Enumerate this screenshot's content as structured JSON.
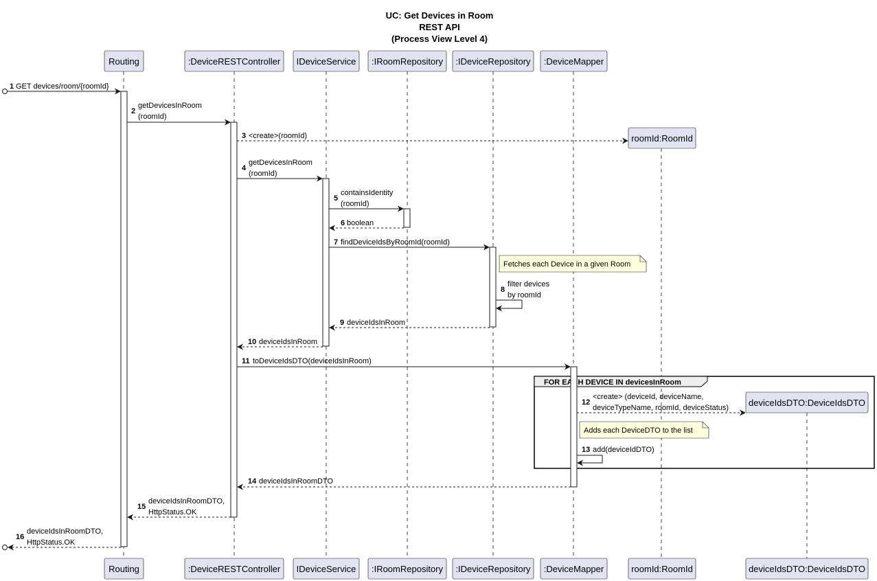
{
  "title": {
    "line1": "UC: Get Devices in Room",
    "line2": "REST API",
    "line3": "(Process View Level 4)"
  },
  "participants": [
    {
      "id": "routing",
      "label": "Routing"
    },
    {
      "id": "controller",
      "label": ":DeviceRESTController"
    },
    {
      "id": "service",
      "label": "IDeviceService"
    },
    {
      "id": "roomrepo",
      "label": ":IRoomRepository"
    },
    {
      "id": "devicerepo",
      "label": ":IDeviceRepository"
    },
    {
      "id": "mapper",
      "label": ":DeviceMapper"
    },
    {
      "id": "roomid",
      "label": "roomId:RoomId"
    },
    {
      "id": "dto",
      "label": "deviceIdsDTO:DeviceIdsDTO"
    }
  ],
  "messages": [
    {
      "num": "1",
      "lines": [
        "GET devices/room/{roomId}"
      ]
    },
    {
      "num": "2",
      "lines": [
        "getDevicesInRoom",
        "(roomId)"
      ]
    },
    {
      "num": "3",
      "lines": [
        "<create>(roomId)"
      ]
    },
    {
      "num": "4",
      "lines": [
        "getDevicesInRoom",
        "(roomId)"
      ]
    },
    {
      "num": "5",
      "lines": [
        "containsIdentity",
        "(roomId)"
      ]
    },
    {
      "num": "6",
      "lines": [
        "boolean"
      ]
    },
    {
      "num": "7",
      "lines": [
        "findDeviceIdsByRoomId(roomId)"
      ]
    },
    {
      "num": "8",
      "lines": [
        "filter devices",
        "by roomId"
      ]
    },
    {
      "num": "9",
      "lines": [
        "deviceIdsInRoom"
      ]
    },
    {
      "num": "10",
      "lines": [
        "deviceIdsInRoom"
      ]
    },
    {
      "num": "11",
      "lines": [
        "toDeviceIdsDTO(deviceIdsInRoom)"
      ]
    },
    {
      "num": "12",
      "lines": [
        "<create> (deviceId, deviceName,",
        "deviceTypeName, roomId, deviceStatus)"
      ]
    },
    {
      "num": "13",
      "lines": [
        "add(deviceIdDTO)"
      ]
    },
    {
      "num": "14",
      "lines": [
        "deviceIdsInRoomDTO"
      ]
    },
    {
      "num": "15",
      "lines": [
        "deviceIdsInRoomDTO,",
        "HttpStatus.OK"
      ]
    },
    {
      "num": "16",
      "lines": [
        "deviceIdsInRoomDTO,",
        "HttpStatus.OK"
      ]
    }
  ],
  "notes": [
    {
      "text": "Fetches each Device in a given Room"
    },
    {
      "text": "Adds each DeviceDTO to the list"
    }
  ],
  "loop_group": {
    "label": "FOR EACH DEVICE IN devicesInRoom"
  },
  "colors": {
    "participant_fill": "#E2E2F0",
    "participant_stroke": "#181818",
    "note_fill": "#FEFFDD",
    "group_header_fill": "#EEEEEE",
    "lifeline": "#181818"
  }
}
